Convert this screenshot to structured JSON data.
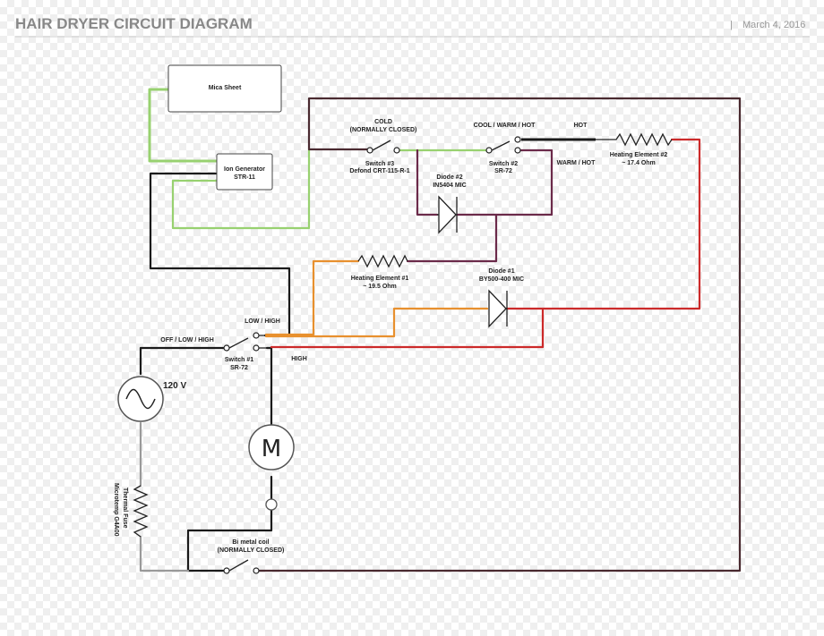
{
  "header": {
    "title": "HAIR DRYER CIRCUIT DIAGRAM",
    "separator": "|",
    "date": "March 4, 2016"
  },
  "components": {
    "mica_sheet": "Mica Sheet",
    "ion_generator": [
      "Ion Generator",
      "STR-11"
    ],
    "switch3_top": [
      "COLD",
      "(NORMALLY CLOSED)"
    ],
    "switch3_bottom": [
      "Switch #3",
      "Defond CRT-115-R-1"
    ],
    "switch2_top": "COOL / WARM / HOT",
    "switch2_bottom": [
      "Switch #2",
      "SR-72"
    ],
    "hot_label": "HOT",
    "warm_hot_label": "WARM / HOT",
    "heating_element_2": [
      "Heating Element #2",
      "~ 17.4 Ohm"
    ],
    "diode_2": [
      "Diode #2",
      "IN5404 MIC"
    ],
    "heating_element_1": [
      "Heating Element #1",
      "~ 19.5 Ohm"
    ],
    "diode_1": [
      "Diode #1",
      "BY500-400 MIC"
    ],
    "switch1_top": "LOW / HIGH",
    "switch1_left": "OFF / LOW / HIGH",
    "switch1_bottom": [
      "Switch #1",
      "SR-72"
    ],
    "high_label": "HIGH",
    "source_voltage": "120 V",
    "motor_letter": "M",
    "thermal_fuse": [
      "Thermal Fuse",
      "Microtemp G4A00"
    ],
    "bimetal_coil": [
      "Bi metal coil",
      "(NORMALLY CLOSED)"
    ]
  },
  "colors": {
    "black": "#1a1a1a",
    "gray": "#999999",
    "green": "#98d170",
    "purple": "#6b2a4a",
    "orange": "#e8902e",
    "red": "#cc2a2a",
    "maroon": "#4a2a30"
  }
}
